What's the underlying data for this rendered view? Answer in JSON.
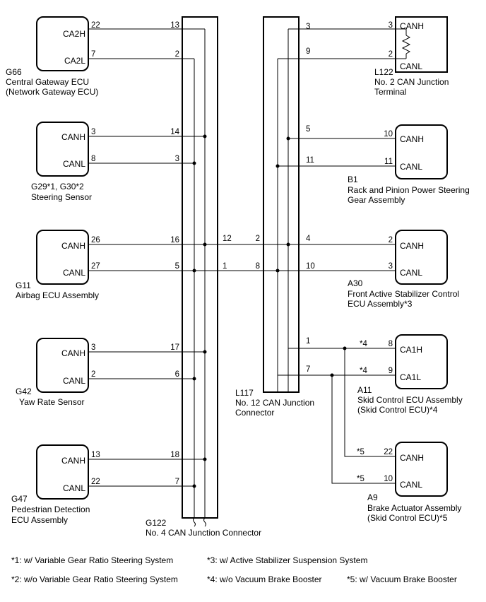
{
  "ecus": {
    "gateway": {
      "code": "G66",
      "name": "Central Gateway ECU",
      "name2": "(Network Gateway ECU)",
      "sig_h": "CA2H",
      "sig_l": "CA2L",
      "pin_h": "22",
      "pin_l": "7"
    },
    "steering": {
      "code": "G29*1, G30*2",
      "name": "Steering Sensor",
      "sig_h": "CANH",
      "sig_l": "CANL",
      "pin_h": "3",
      "pin_l": "8"
    },
    "airbag": {
      "code": "G11",
      "name": "Airbag ECU Assembly",
      "sig_h": "CANH",
      "sig_l": "CANL",
      "pin_h": "26",
      "pin_l": "27"
    },
    "yaw": {
      "code": "G42",
      "name": "Yaw Rate Sensor",
      "sig_h": "CANH",
      "sig_l": "CANL",
      "pin_h": "3",
      "pin_l": "2"
    },
    "pedestrian": {
      "code": "G47",
      "name": "Pedestrian Detection",
      "name2": "ECU Assembly",
      "sig_h": "CANH",
      "sig_l": "CANL",
      "pin_h": "13",
      "pin_l": "22"
    },
    "terminal": {
      "code": "L122",
      "name": "No. 2 CAN Junction",
      "name2": "Terminal",
      "sig_h": "CANH",
      "sig_l": "CANL",
      "pin_h": "3",
      "pin_l": "2"
    },
    "rack": {
      "code": "B1",
      "name": "Rack and Pinion Power Steering",
      "name2": "Gear Assembly",
      "sig_h": "CANH",
      "sig_l": "CANL",
      "pin_h": "10",
      "pin_l": "11"
    },
    "stabilizer": {
      "code": "A30",
      "name": "Front Active Stabilizer Control",
      "name2": "ECU Assembly*3",
      "sig_h": "CANH",
      "sig_l": "CANL",
      "pin_h": "2",
      "pin_l": "3"
    },
    "skid": {
      "code": "A11",
      "name": "Skid Control ECU Assembly",
      "name2": "(Skid Control ECU)*4",
      "sig_h": "CA1H",
      "sig_l": "CA1L",
      "pin_h": "8",
      "pin_l": "9",
      "mark_h": "*4",
      "mark_l": "*4"
    },
    "brake": {
      "code": "A9",
      "name": "Brake Actuator Assembly",
      "name2": "(Skid Control ECU)*5",
      "sig_h": "CANH",
      "sig_l": "CANL",
      "pin_h": "22",
      "pin_l": "10",
      "mark_h": "*5",
      "mark_l": "*5"
    }
  },
  "connectors": {
    "g122": {
      "code": "G122",
      "name": "No. 4 CAN Junction Connector",
      "pins": {
        "gw_h": "13",
        "gw_l": "2",
        "st_h": "14",
        "st_l": "3",
        "ab_h": "16",
        "ab_l": "5",
        "out_h": "12",
        "out_l": "1",
        "yw_h": "17",
        "yw_l": "6",
        "pd_h": "18",
        "pd_l": "7"
      }
    },
    "l117": {
      "code": "L117",
      "name": "No. 12 CAN Junction",
      "name2": "Connector",
      "pins": {
        "tm_h": "3",
        "tm_l": "9",
        "rk_h": "5",
        "rk_l": "11",
        "in_h": "2",
        "in_l": "8",
        "sb_h": "4",
        "sb_l": "10",
        "sk_h": "1",
        "sk_l": "7"
      }
    }
  },
  "notes": {
    "n1": "*1: w/ Variable Gear Ratio Steering System",
    "n2": "*2: w/o Variable Gear Ratio Steering System",
    "n3": "*3: w/ Active Stabilizer Suspension System",
    "n4": "*4: w/o Vacuum Brake Booster",
    "n5": "*5: w/ Vacuum Brake Booster"
  }
}
